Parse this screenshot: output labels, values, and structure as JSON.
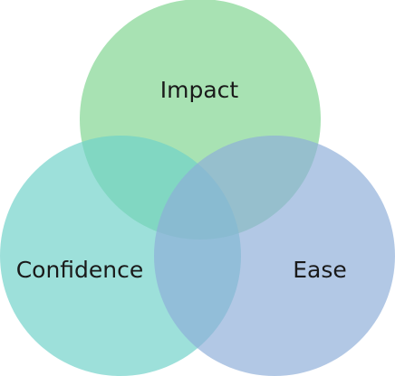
{
  "diagram": {
    "circles": [
      {
        "label": "Impact",
        "color": "#7fd48f"
      },
      {
        "label": "Confidence",
        "color": "#6fd2c8"
      },
      {
        "label": "Ease",
        "color": "#8daed8"
      }
    ]
  }
}
